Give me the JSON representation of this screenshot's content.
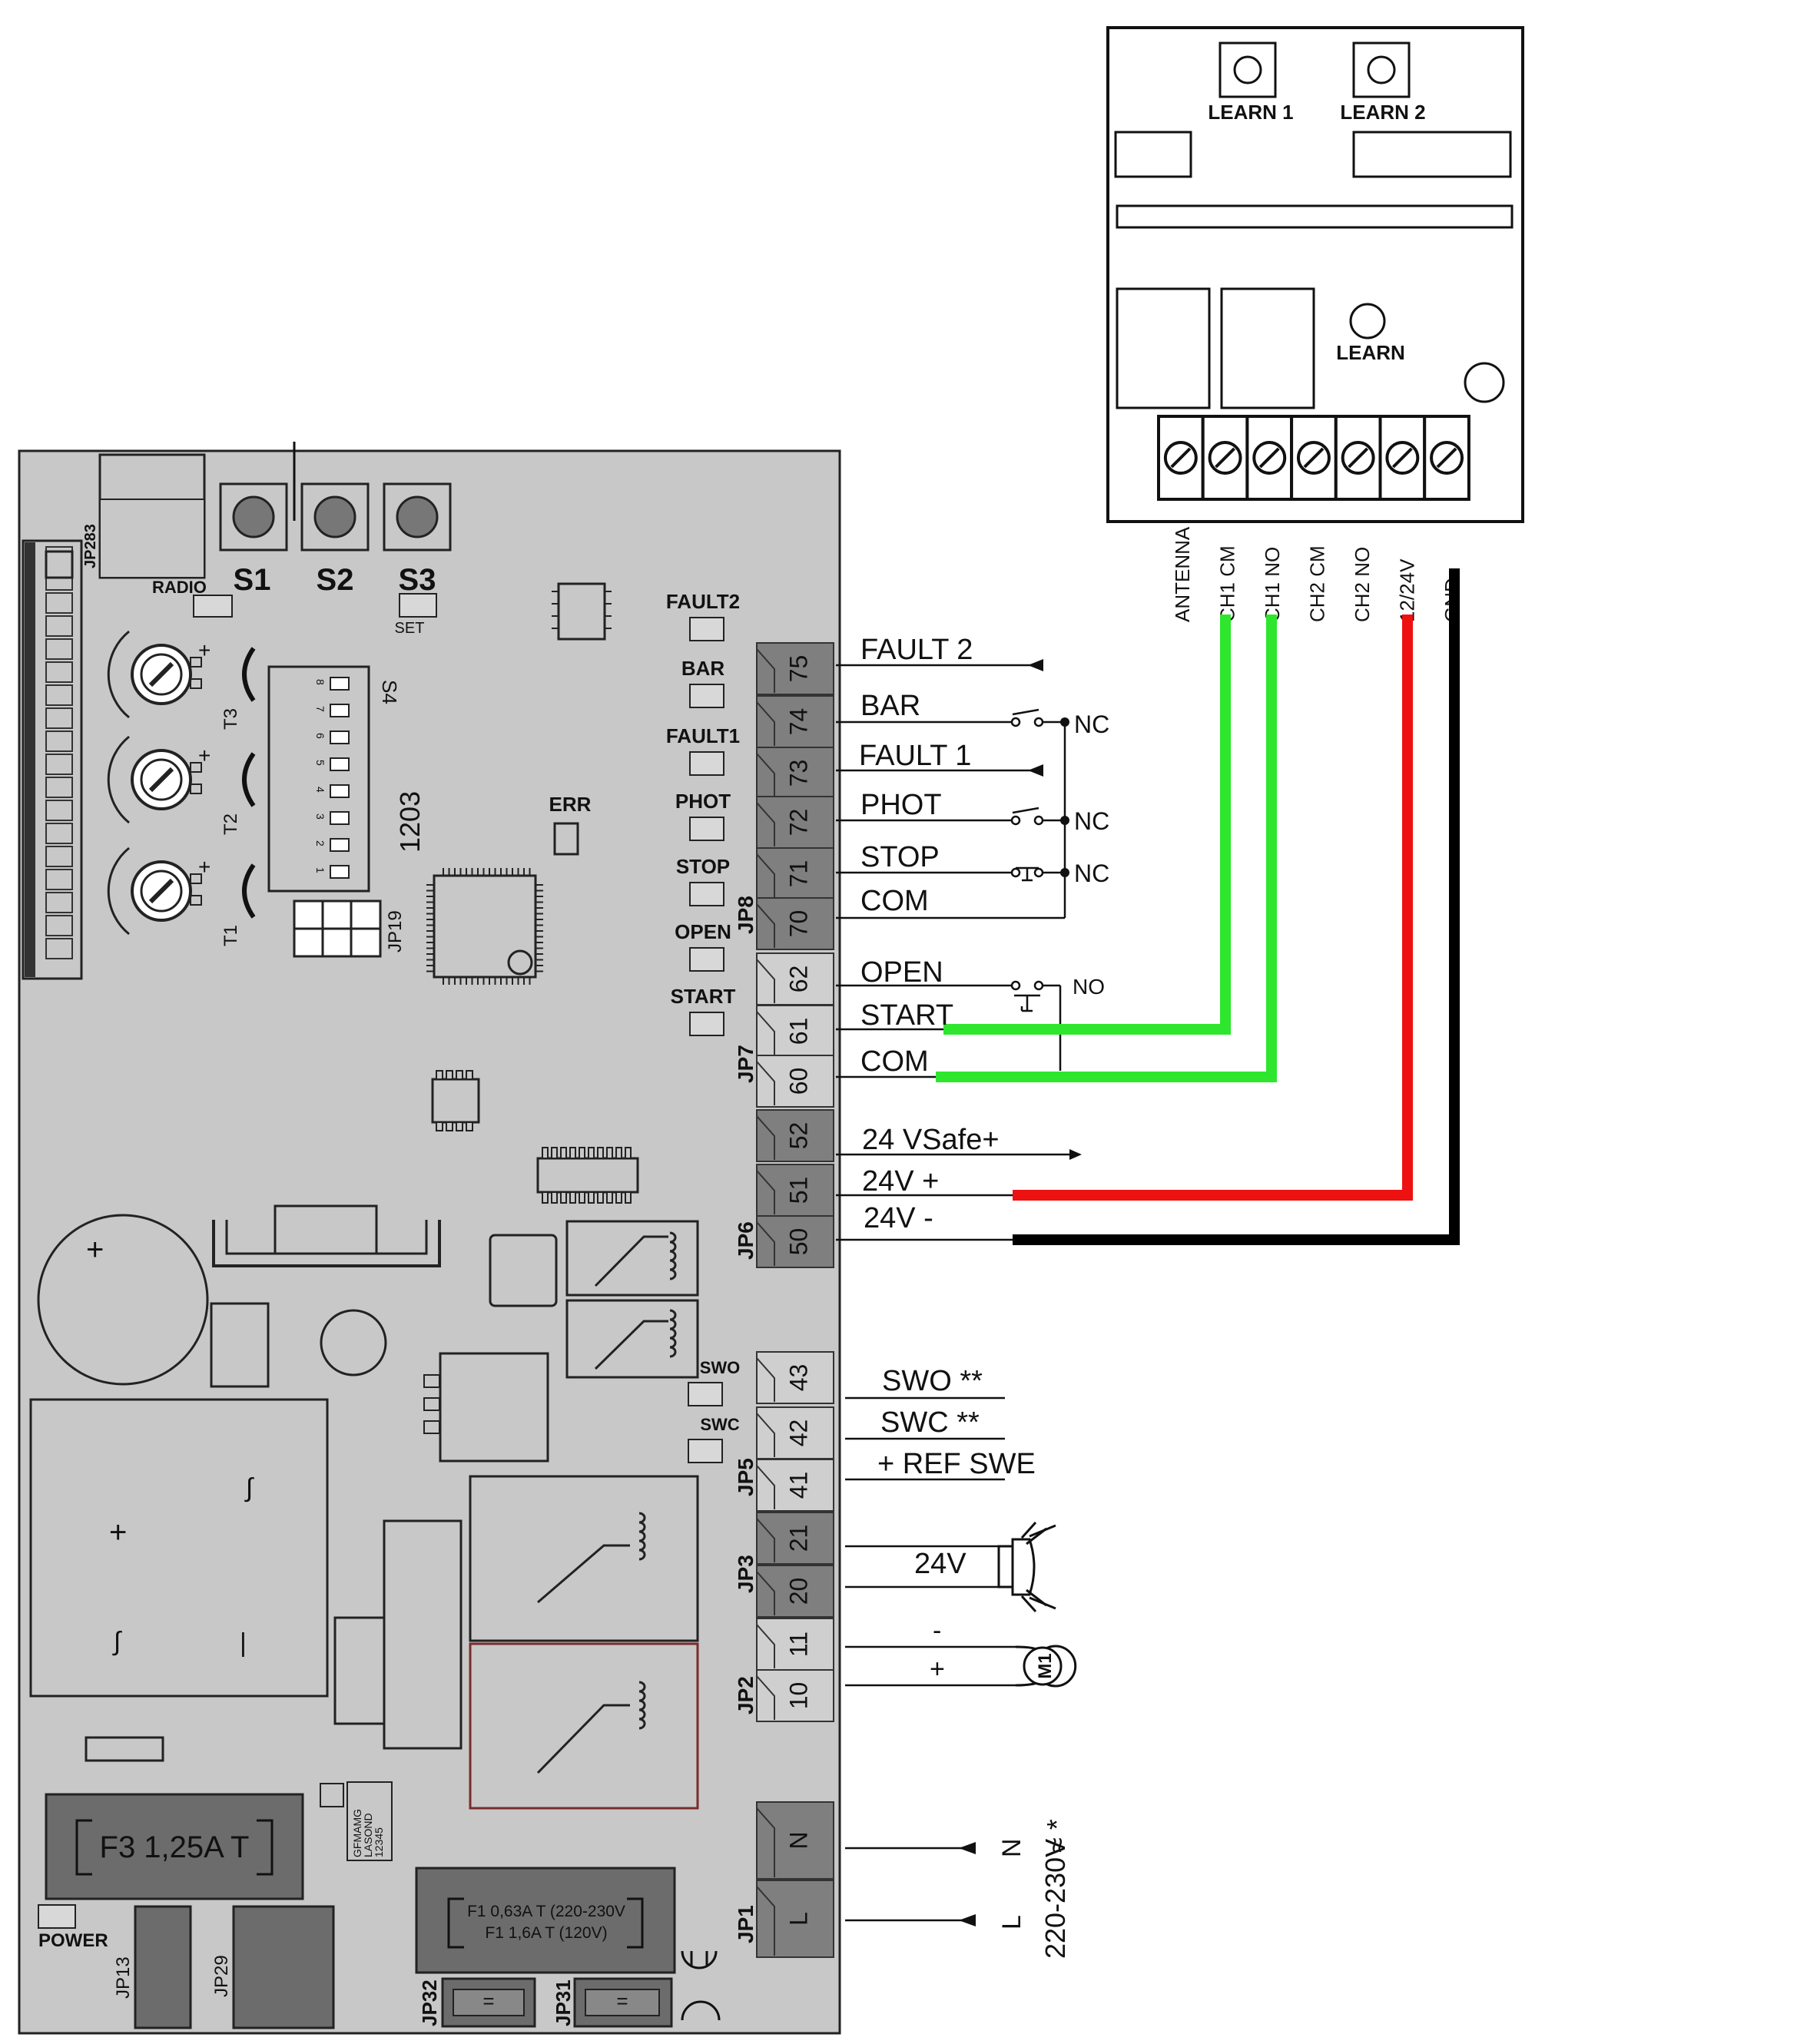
{
  "receiver": {
    "learn1": "LEARN 1",
    "learn2": "LEARN 2",
    "learn": "LEARN",
    "pins": [
      "ANTENNA",
      "CH1 CM",
      "CH1 NO",
      "CH2 CM",
      "CH2 NO",
      "12/24V",
      "GND"
    ]
  },
  "board": {
    "radio": "RADIO",
    "jp283": "JP283",
    "s1": "S1",
    "s2": "S2",
    "s3": "S3",
    "set": "SET",
    "s4": "S4",
    "dip": [
      "8",
      "7",
      "6",
      "5",
      "4",
      "3",
      "2",
      "1"
    ],
    "code": "1203",
    "err": "ERR",
    "jp19": "JP19",
    "t1": "T1",
    "t2": "T2",
    "t3": "T3",
    "power": "POWER",
    "jp13": "JP13",
    "jp29": "JP29",
    "jp32": "JP32",
    "jp31": "JP31",
    "fuse_f3": "F3 1,25A T",
    "fuse_f1_a": "F1 0,63A T (220-230V",
    "fuse_f1_b": "F1 1,6A T (120V)",
    "gfmamg": [
      "GFMAMG",
      "LASOND",
      "12345"
    ],
    "leds": [
      "FAULT2",
      "BAR",
      "FAULT1",
      "PHOT",
      "STOP",
      "OPEN",
      "START",
      "SWO",
      "SWC"
    ],
    "jp_groups": [
      "JP8",
      "JP7",
      "JP6",
      "JP5",
      "JP3",
      "JP2",
      "JP1"
    ]
  },
  "terminals": [
    "75",
    "74",
    "73",
    "72",
    "71",
    "70",
    "62",
    "61",
    "60",
    "52",
    "51",
    "50",
    "43",
    "42",
    "41",
    "21",
    "20",
    "11",
    "10",
    "N",
    "L"
  ],
  "wiring": {
    "fault2": "FAULT 2",
    "bar": "BAR",
    "fault1": "FAULT 1",
    "phot": "PHOT",
    "stop": "STOP",
    "com1": "COM",
    "open": "OPEN",
    "start": "START",
    "com2": "COM",
    "vsafe": "24 VSafe+",
    "v24p": "24V +",
    "v24m": "24V -",
    "swo": "SWO **",
    "swc": "SWC **",
    "refswe": "+ REF SWE",
    "lamp": "24V",
    "minus": "-",
    "plus": "+",
    "motor": "M1",
    "nc1": "NC",
    "nc2": "NC",
    "nc3": "NC",
    "no": "NO",
    "n": "N",
    "l": "L",
    "supply": "220-230V",
    "supply_mark": "≈ *"
  },
  "colors": {
    "green": "#2ee62e",
    "red": "#ee1111",
    "black": "#000000",
    "board": "#c8c8c8",
    "terminal_dark": "#7f7f7f",
    "terminal_light": "#cfcfcf"
  }
}
